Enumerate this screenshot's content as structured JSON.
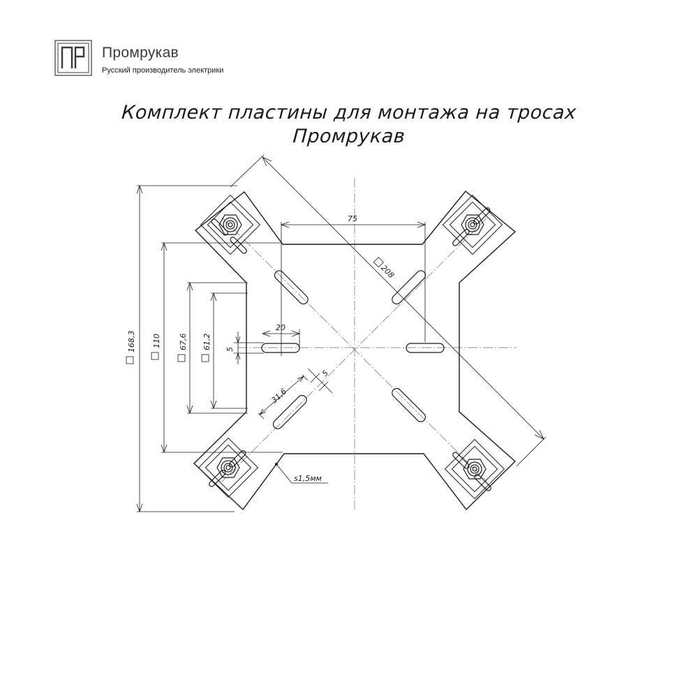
{
  "brand": {
    "logo_letters": "ПР",
    "name": "Промрукав",
    "tagline": "Русский производитель электрики"
  },
  "title": {
    "line1": "Комплект пластины для монтажа на тросах",
    "line2": "Промрукав"
  },
  "dimensions": {
    "diagonal": "208",
    "overall_height": "168,3",
    "inner_height": "110",
    "slot_span": "67,6",
    "slot_span_inner": "61,2",
    "slot_spacing": "75",
    "slot_length": "20",
    "slot_width": "5",
    "diag_slot_length": "31,6",
    "diag_slot_width": "5",
    "thickness": "s1,5мм"
  },
  "colors": {
    "line": "#1a1a1a",
    "centerline": "#6a6a6a"
  }
}
